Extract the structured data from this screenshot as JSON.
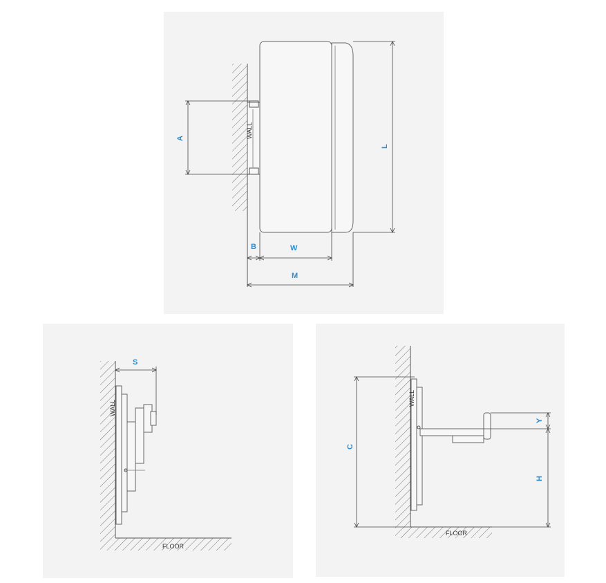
{
  "top_view": {
    "wall_label": "WALL",
    "dimensions": {
      "a": "A",
      "l": "L",
      "b": "B",
      "w": "W",
      "m": "M"
    }
  },
  "side_folded_view": {
    "wall_label": "WALL",
    "floor_label": "FLOOR",
    "dimensions": {
      "s": "S"
    }
  },
  "side_open_view": {
    "wall_label": "WALL",
    "floor_label": "FLOOR",
    "dimensions": {
      "c": "C",
      "y": "Y",
      "h": "H"
    }
  },
  "colors": {
    "label_blue": "#2a8fd6",
    "panel_bg": "#f3f3f3",
    "line": "#555555"
  }
}
